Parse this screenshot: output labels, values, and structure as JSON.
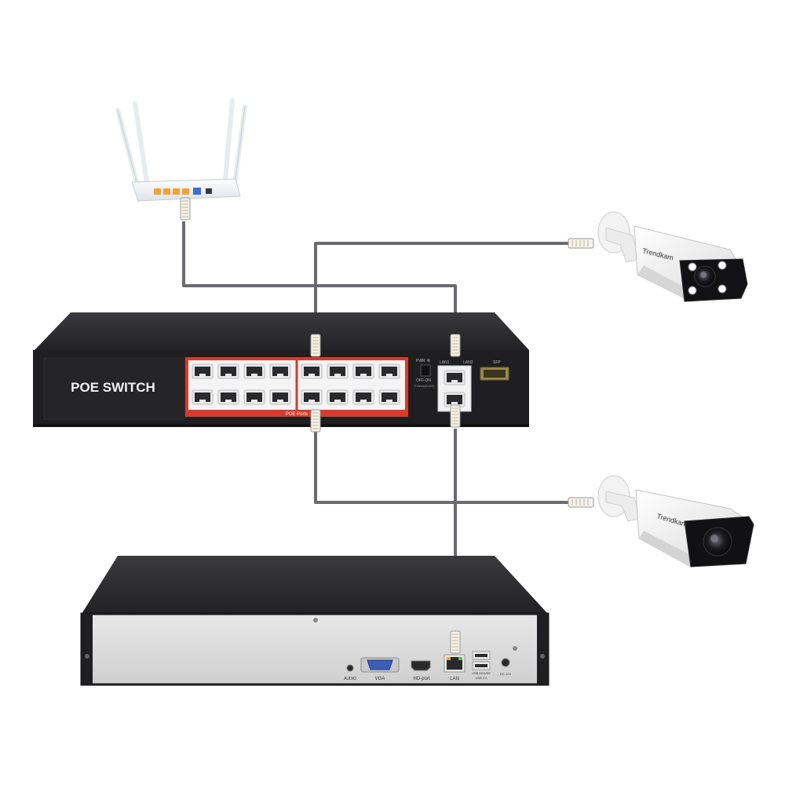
{
  "switch": {
    "title": "POE SWITCH",
    "poe_ports_label": "POE Ports",
    "uplink_labels": [
      "LAN1",
      "LAN2"
    ],
    "sfp_label": "SFP",
    "pwr_label": "PWR",
    "toggle_label": "OFF ON",
    "toggle_caption": "Extend(VLAN)"
  },
  "cameras": {
    "brand": "Trendkam"
  },
  "nvr": {
    "ports": {
      "audio": "AUDIO",
      "vga": "VGA",
      "hdmi": "HD-port",
      "lan": "LAN",
      "usb": "USB MOUSE",
      "usb2": "USB 2.0",
      "dc": "DC 12V"
    }
  },
  "colors": {
    "cable": "#6b6b6f",
    "switch_body": "#1f1f21",
    "switch_top": "#2c2c2e",
    "poe_frame": "#d93a2b",
    "nvr_front": "#dcdcdc",
    "device_white": "#f4f4f4"
  },
  "icons": [
    "router-icon",
    "bullet-camera-icon",
    "rj45-connector-icon",
    "vga-port-icon",
    "hdmi-port-icon",
    "usb-port-icon"
  ]
}
